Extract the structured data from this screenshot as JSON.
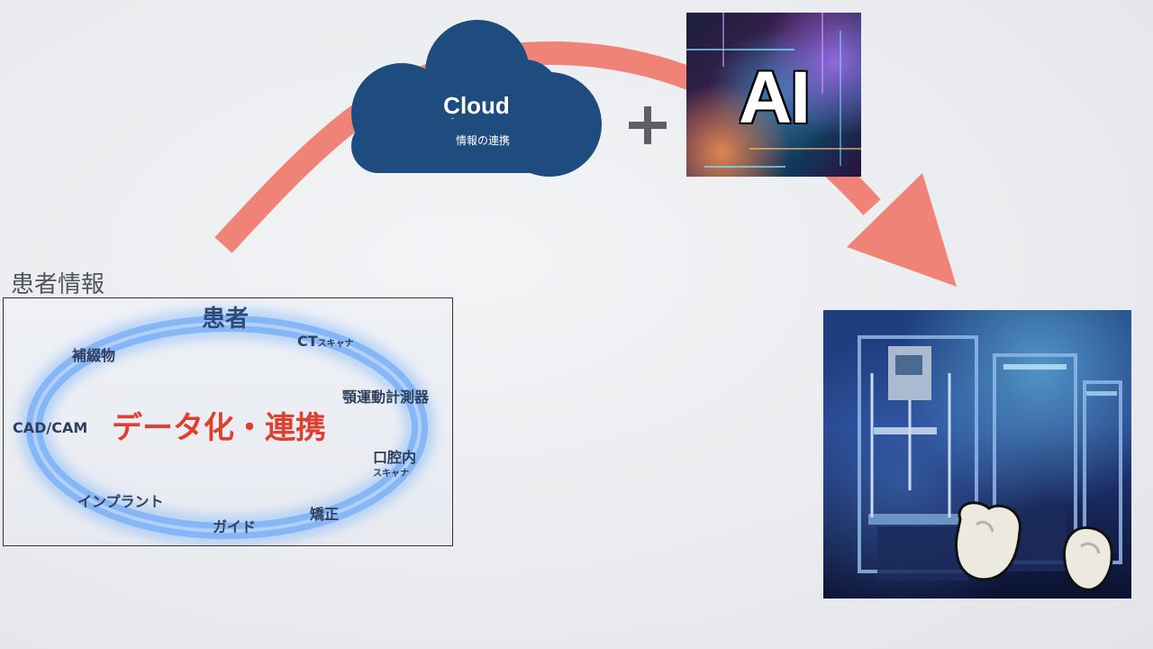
{
  "cloud": {
    "title": "Cloud",
    "subtitle": "情報の連携"
  },
  "plus_symbol": "+",
  "ai_image": {
    "text": "AI"
  },
  "patient_info": {
    "label": "患者情報",
    "title": "患者",
    "center": "データ化・連携",
    "nodes": [
      {
        "id": "ct",
        "label": "CT",
        "sublabel": "スキャナ"
      },
      {
        "id": "jaw",
        "label": "顎運動計測器"
      },
      {
        "id": "intraoral",
        "label": "口腔内",
        "sublabel": "スキャナ"
      },
      {
        "id": "ortho",
        "label": "矯正"
      },
      {
        "id": "guide",
        "label": "ガイド"
      },
      {
        "id": "implant",
        "label": "インプラント"
      },
      {
        "id": "cadcam",
        "label": "CAD/CAM"
      },
      {
        "id": "prosthesis",
        "label": "補綴物"
      }
    ]
  },
  "colors": {
    "arrow": "#ef8378",
    "cloud": "#1f4c7e",
    "center_text": "#e03e2e",
    "ring": "#7fb2f5"
  }
}
